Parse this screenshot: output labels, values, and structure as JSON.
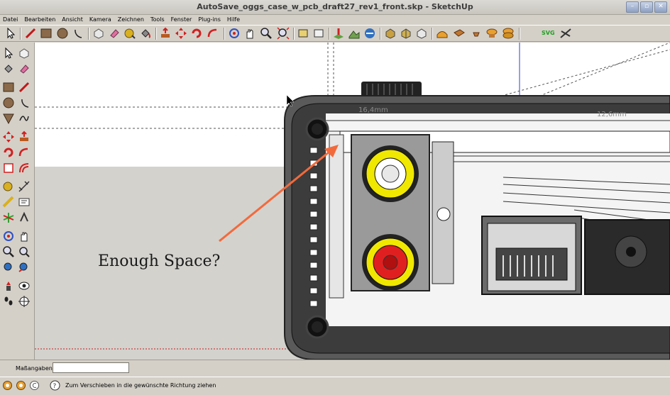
{
  "window": {
    "title": "AutoSave_oggs_case_w_pcb_draft27_rev1_front.skp - SketchUp",
    "minimize_glyph": "–",
    "maximize_glyph": "▫",
    "close_glyph": "✕"
  },
  "menubar": {
    "items": [
      "Datei",
      "Bearbeiten",
      "Ansicht",
      "Kamera",
      "Zeichnen",
      "Tools",
      "Fenster",
      "Plug-ins",
      "Hilfe"
    ]
  },
  "toolbar": {
    "svg_label": "SVG"
  },
  "viewport": {
    "dimension_left": "16,4mm",
    "dimension_right": "12,6mm",
    "annotation": "Enough Space?",
    "colors": {
      "sky": "#ffffff",
      "ground": "#d3d2cd",
      "case": "#5a5a5a",
      "rca_ring": "#f0e800",
      "rca_red": "#e02020",
      "arrow": "#f26a3c",
      "axis_blue": "#3040c0",
      "axis_red": "#c02020"
    }
  },
  "status": {
    "measurements_label": "Maßangaben",
    "measurements_value": "",
    "hint": "Zum Verschieben in die gewünschte Richtung ziehen"
  }
}
